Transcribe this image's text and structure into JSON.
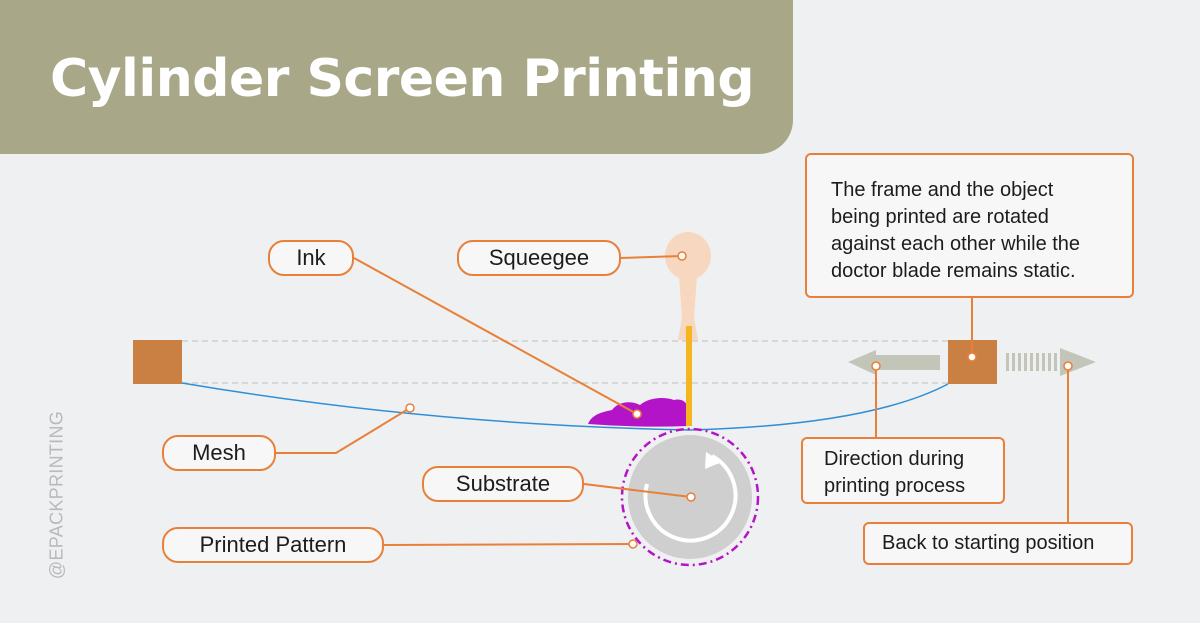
{
  "title": "Cylinder Screen Printing",
  "watermark": "@EPACKPRINTING",
  "labels": {
    "ink": "Ink",
    "squeegee": "Squeegee",
    "mesh": "Mesh",
    "substrate": "Substrate",
    "printed_pattern": "Printed Pattern"
  },
  "notes": {
    "frame_rotation": {
      "lines": [
        "The frame and the object",
        "being printed are rotated",
        "against each other while the",
        "doctor blade remains static."
      ]
    },
    "direction": {
      "lines": [
        "Direction during",
        "printing process"
      ]
    },
    "back": "Back to starting position"
  },
  "colors": {
    "banner": "#a8a888",
    "callout_orange": "#e8803a",
    "frame_block": "#c98042",
    "ink": "#b414c8",
    "mesh": "#2f8fd6",
    "substrate": "#cfcfcf",
    "pattern_outline": "#b414c8",
    "squeegee_handle": "#f7d7bf",
    "squeegee_blade": "#f4b51e",
    "arrow": "#c3c5b8"
  }
}
